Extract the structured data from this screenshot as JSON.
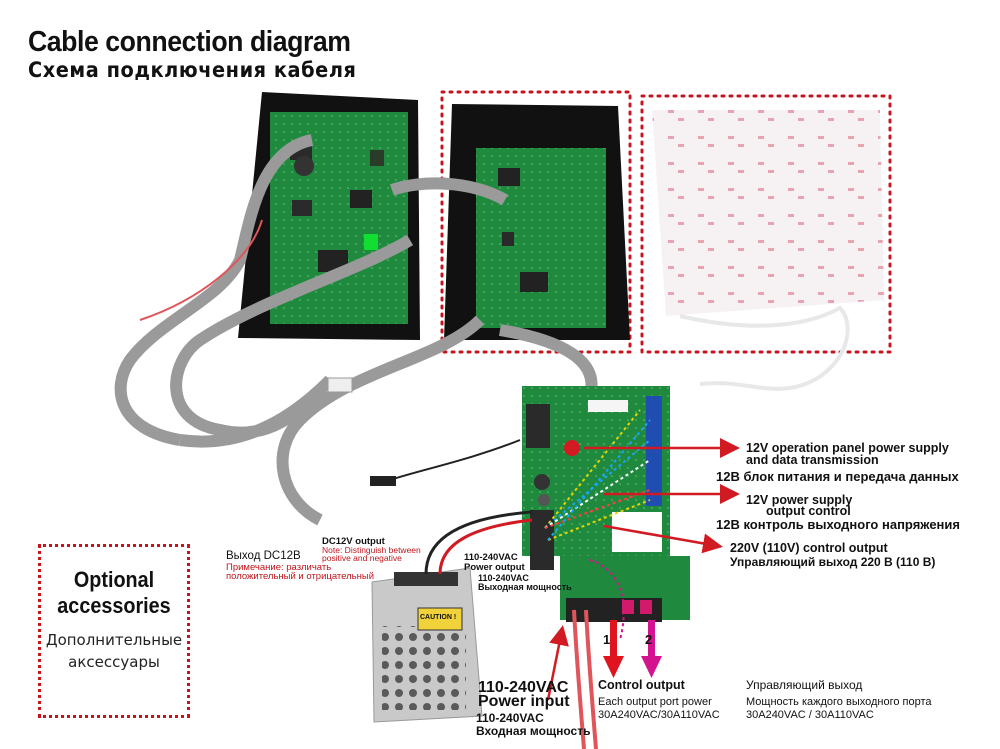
{
  "title": {
    "en": "Cable connection diagram",
    "ru": "Схема подключения кабеля"
  },
  "optional": {
    "en_line1": "Optional",
    "en_line2": "accessories",
    "ru_line1": "Дополнительные",
    "ru_line2": "аксессуары"
  },
  "callouts": {
    "panel_supply_en_1": "12V operation panel power supply",
    "panel_supply_en_2": "and data transmission",
    "panel_supply_ru": "12В блок питания и передача данных",
    "output_control_en_1": "12V power supply",
    "output_control_en_2": "output control",
    "output_control_ru": "12В контроль выходного напряжения",
    "control220_en": "220V (110V) control output",
    "control220_ru": "Управляющий выход 220 В (110 В)"
  },
  "psu": {
    "dc_out_ru": "Выход DC12B",
    "dc_note_ru_1": "Примечание: различать",
    "dc_note_ru_2": "положительный и отрицательный",
    "dc_out_en": "DC12V output",
    "dc_note_en_1": "Note: Distinguish between",
    "dc_note_en_2": "positive and negative",
    "ac_en_1": "110-240VAC",
    "ac_en_2": "Power output",
    "ac_ru_1": "110-240VAC",
    "ac_ru_2": "Выходная мощность",
    "caution": "CAUTION !"
  },
  "power_input": {
    "en_1": "110-240VAC",
    "en_2": "Power input",
    "ru_1": "110-240VAC",
    "ru_2": "Входная мощность"
  },
  "control_output": {
    "en_title": "Control output",
    "en_desc_1": "Each output port power",
    "en_desc_2": "30A240VAC/30A110VAC",
    "ru_title": "Управляющий выход",
    "ru_desc_1": "Мощность каждого выходного порта",
    "ru_desc_2": "30A240VAC / 30A110VAC",
    "port_1": "1",
    "port_2": "2"
  },
  "colors": {
    "pcb": "#1f8a3e",
    "dotted_frame": "#c8131c",
    "arrow_red": "#e0141e",
    "arrow_magenta": "#d4148e"
  }
}
